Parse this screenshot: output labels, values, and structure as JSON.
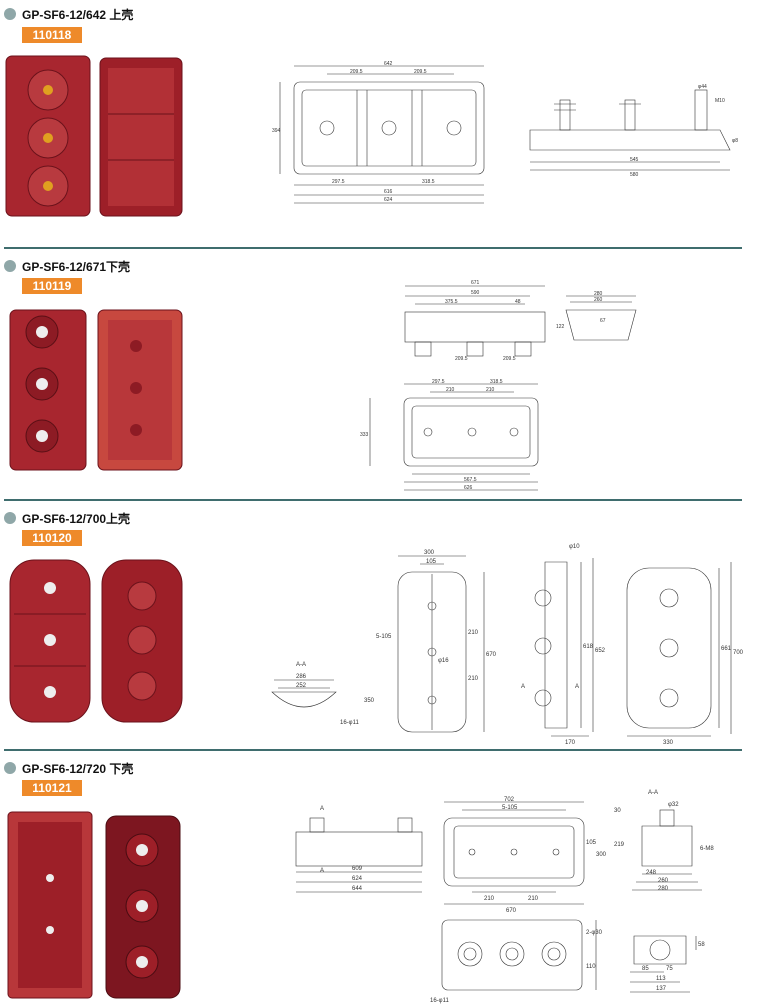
{
  "products": [
    {
      "title": "GP-SF6-12/642 上壳",
      "code": "110118",
      "dims": {
        "d1": "642",
        "d2": "209.5",
        "d3": "209.5",
        "d4": "394",
        "d5": "297.5",
        "d6": "318.5",
        "d7": "616",
        "d8": "624",
        "d9": "545",
        "d10": "580",
        "d11": "φ44",
        "d12": "M10",
        "d13": "φ8"
      }
    },
    {
      "title": "GP-SF6-12/671下壳",
      "code": "110119",
      "dims": {
        "d1": "671",
        "d2": "590",
        "d3": "375.5",
        "d4": "48",
        "d5": "209.5",
        "d6": "209.5",
        "d7": "297.5",
        "d8": "318.5",
        "d9": "210",
        "d10": "210",
        "d11": "567.5",
        "d12": "626",
        "d13": "280",
        "d14": "260",
        "d15": "67",
        "d16": "122",
        "d17": "333"
      }
    },
    {
      "title": "GP-SF6-12/700上壳",
      "code": "110120",
      "dims": {
        "d1": "300",
        "d2": "105",
        "d3": "5-105",
        "d4": "210",
        "d5": "210",
        "d6": "670",
        "d7": "φ16",
        "d8": "350",
        "d9": "A-A",
        "d10": "286",
        "d11": "252",
        "d12": "16-φ11",
        "d13": "φ10",
        "d14": "618",
        "d15": "652",
        "d16": "170",
        "d17": "A",
        "d18": "A",
        "d19": "661",
        "d20": "700",
        "d21": "330"
      }
    },
    {
      "title": "GP-SF6-12/720 下壳",
      "code": "110121",
      "dims": {
        "d1": "A",
        "d2": "A",
        "d3": "609",
        "d4": "624",
        "d5": "644",
        "d6": "702",
        "d7": "5-105",
        "d8": "105",
        "d9": "300",
        "d10": "210",
        "d11": "210",
        "d12": "670",
        "d13": "A-A",
        "d14": "φ32",
        "d15": "30",
        "d16": "219",
        "d17": "6-M8",
        "d18": "248",
        "d19": "260",
        "d20": "280",
        "d21": "2-φ30",
        "d22": "110",
        "d23": "16-φ11",
        "d24": "58",
        "d25": "85",
        "d26": "75",
        "d27": "113",
        "d28": "137"
      }
    }
  ],
  "colors": {
    "housing": "#a8262f",
    "housing_dark": "#7d1620",
    "accent": "#ee8a2a",
    "divider": "#3f6d6e",
    "bullet": "#8fa7a8"
  }
}
